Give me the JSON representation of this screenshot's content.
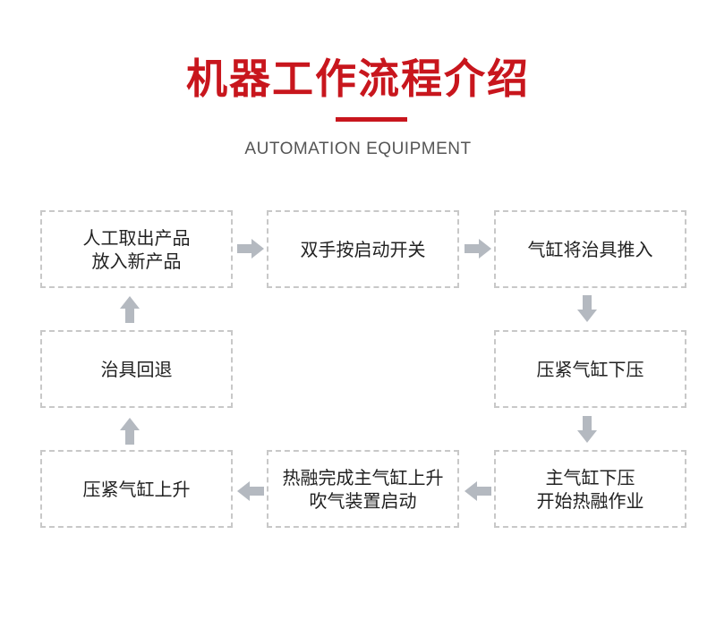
{
  "header": {
    "title": "机器工作流程介绍",
    "subtitle": "AUTOMATION EQUIPMENT"
  },
  "steps": [
    {
      "label": "人工取出产品\n放入新产品"
    },
    {
      "label": "双手按启动开关"
    },
    {
      "label": "气缸将治具推入"
    },
    {
      "label": "压紧气缸下压"
    },
    {
      "label": "主气缸下压\n开始热融作业"
    },
    {
      "label": "热融完成主气缸上升\n吹气装置启动"
    },
    {
      "label": "压紧气缸上升"
    },
    {
      "label": "治具回退"
    }
  ],
  "colors": {
    "accent": "#c8161d",
    "arrow": "#b4b9c0",
    "border": "#c8c8c8"
  }
}
